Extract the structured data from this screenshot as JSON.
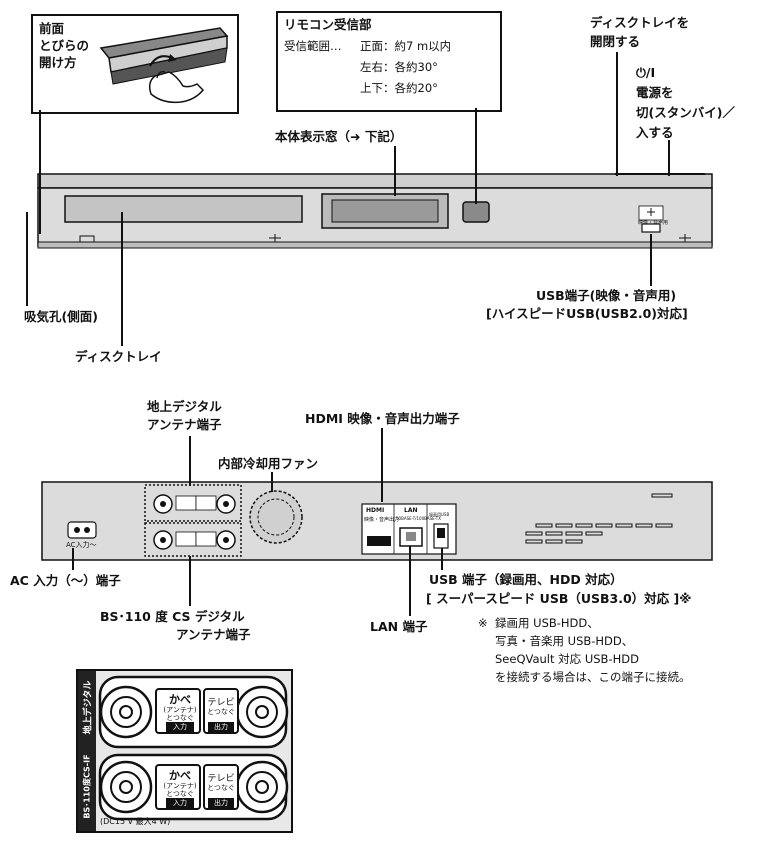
{
  "front": {
    "door_box_title": [
      "前面",
      "とびらの",
      "開け方"
    ],
    "remote_box": {
      "title": "リモコン受信部",
      "range_label": "受信範囲…",
      "front_row": "正面：約7 m以内",
      "lr_row": "左右：各約30°",
      "ud_row": "上下：各約20°"
    },
    "disc_tray_open": [
      "ディスクトレイを",
      "開閉する"
    ],
    "power_symbol": "⏻/I",
    "power_text": [
      "電源を",
      "切(スタンバイ)／",
      "入する"
    ],
    "display_window": "本体表示窓（➜ 下記）",
    "usb_front": [
      "USB端子(映像・音声用)",
      "[ハイスピードUSB(USB2.0)対応]"
    ],
    "vent": "吸気孔(側面)",
    "disc_tray": "ディスクトレイ",
    "usb_badge": "映像・音声用"
  },
  "rear": {
    "terrestrial_antenna": [
      "地上デジタル",
      "アンテナ端子"
    ],
    "hdmi_label": "HDMI 映像・音声出力端子",
    "fan": "内部冷却用ファン",
    "ac_input": "AC 入力（～）端子",
    "ac_badge": "AC入力～",
    "bs_antenna": [
      "BS･110 度 CS デジタル",
      "アンテナ端子"
    ],
    "lan": "LAN 端子",
    "usb_rear": [
      "USB 端子（録画用、HDD 対応）",
      "[ スーパースピード USB（USB3.0）対応 ]※"
    ],
    "note_mark": "※",
    "note_lines": [
      "録画用 USB-HDD、",
      "写真・音楽用 USB-HDD、",
      "SeeQVault 対応 USB-HDD",
      "を接続する場合は、この端子に接続。"
    ],
    "hdmi_badge": "HDMI",
    "hdmi_sub": "映像・音声出力",
    "lan_badge": "LAN",
    "lan_sub": "10BASE-T/100BASE-TX",
    "usb_badge": "録画用USB"
  },
  "panel_detail": {
    "top_side": "地上デジタル",
    "bottom_side": "BS･110度CS-IF",
    "wall_label": "かべ",
    "wall_sub": [
      "(アンテナ)",
      "とつなぐ"
    ],
    "input_badge": "入力",
    "tv_label": "テレビ",
    "tv_sub": "とつなぐ",
    "output_badge": "出力",
    "power_note": "(DC15 V 最大4 W)"
  },
  "colors": {
    "ink": "#111111",
    "device_fill": "#dcdcdc",
    "device_dark": "#8a8a8a",
    "panel_bg": "#e8e8e8"
  }
}
